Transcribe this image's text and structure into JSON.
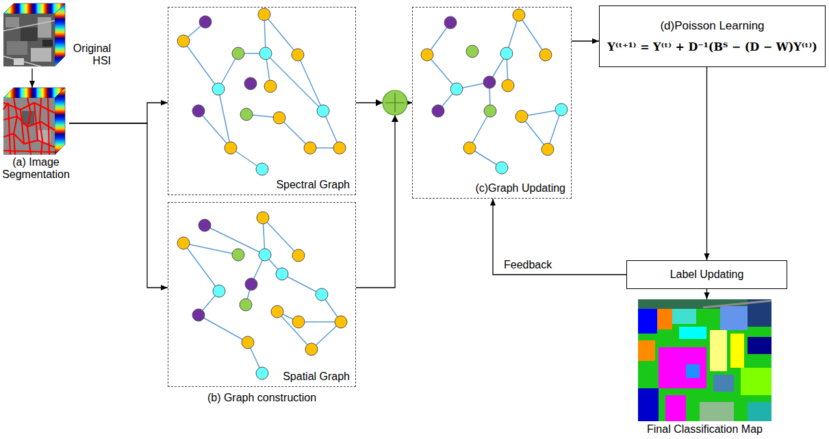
{
  "diagram": {
    "nodes": [
      {
        "text": [
          "Original HSI"
        ]
      },
      {
        "text": [
          "(a) Image Segmentation"
        ]
      },
      {
        "text": [
          "Spectral Graph"
        ]
      },
      {
        "text": [
          "Spatial Graph"
        ]
      },
      {
        "text": [
          "(c)Graph Updating"
        ]
      },
      {
        "text": [
          "(d)Poisson Learning",
          "Y⁽ᵗ⁺¹⁾ = Y⁽ᵗ⁾ + D⁻¹(Bᵀ − (D − W)Y⁽ᵗ⁾)"
        ]
      },
      {
        "text": [
          "Label Updating"
        ]
      },
      {
        "text": [
          "Final Classification Map"
        ]
      }
    ],
    "edges": [
      {
        "from": 0,
        "to": 1,
        "arrow": "to"
      },
      {
        "from": 1,
        "to": 2,
        "arrow": "to"
      },
      {
        "from": 1,
        "to": 3,
        "arrow": "to"
      },
      {
        "from": 2,
        "to": 4,
        "arrow": "to"
      },
      {
        "from": 3,
        "to": 4,
        "arrow": "to"
      },
      {
        "from": 4,
        "to": 5,
        "arrow": "to"
      },
      {
        "from": 5,
        "to": 6,
        "arrow": "to"
      },
      {
        "from": 6,
        "to": 4,
        "label": "Feedback",
        "arrow": "to"
      },
      {
        "from": 6,
        "to": 7,
        "arrow": "to"
      }
    ],
    "labels": [
      "(b) Graph construction"
    ]
  }
}
